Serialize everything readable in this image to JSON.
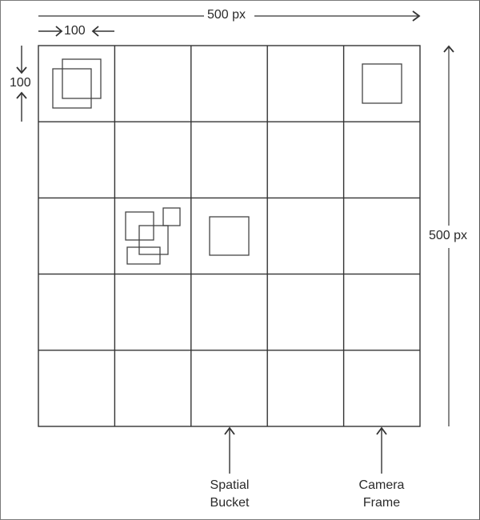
{
  "diagram": {
    "labels": {
      "width_total": "500 px",
      "height_total": "500 px",
      "cell_width": "100",
      "cell_height": "100",
      "spatial_bucket_line1": "Spatial",
      "spatial_bucket_line2": "Bucket",
      "camera_frame_line1": "Camera",
      "camera_frame_line2": "Frame"
    },
    "grid": {
      "rows": 5,
      "cols": 5,
      "cell_size": 100,
      "total_size": 500,
      "units": "px",
      "line_color": "#333333"
    },
    "objects": [
      {
        "cell": [
          0,
          0
        ],
        "shape": "square",
        "count": 2
      },
      {
        "cell": [
          0,
          4
        ],
        "shape": "square",
        "count": 1
      },
      {
        "cell": [
          2,
          1
        ],
        "shape": "rectangles",
        "count": 4
      },
      {
        "cell": [
          2,
          2
        ],
        "shape": "square",
        "count": 1
      }
    ],
    "annotations": [
      {
        "text": "Spatial Bucket",
        "points_to_column": 2
      },
      {
        "text": "Camera Frame",
        "points_to_column": 4
      }
    ]
  }
}
